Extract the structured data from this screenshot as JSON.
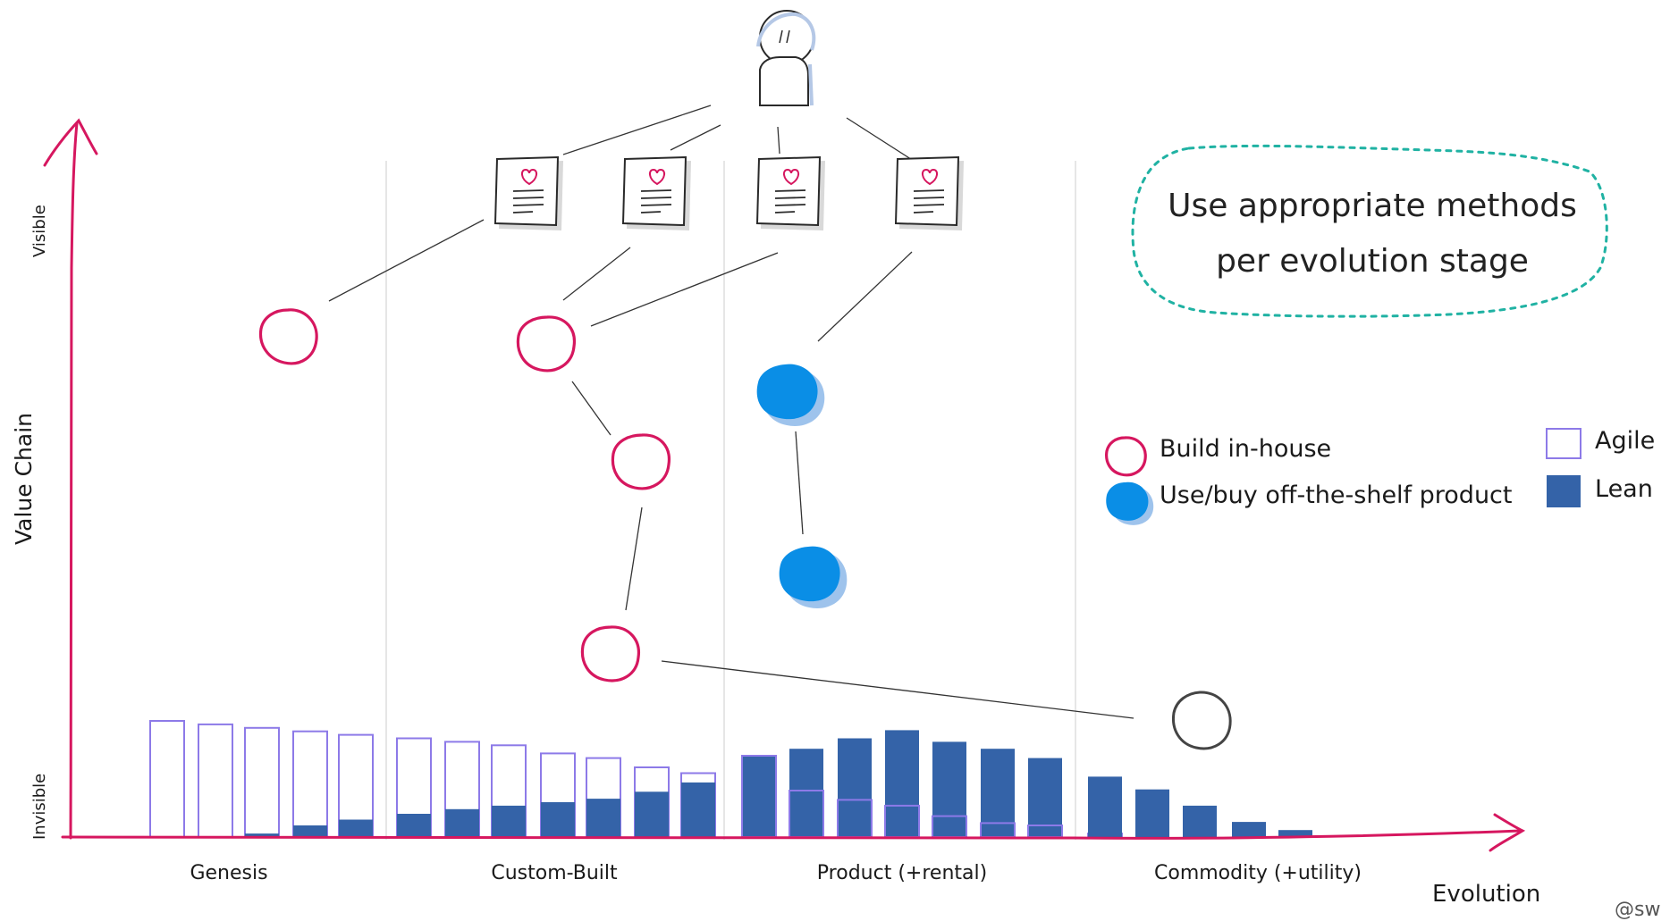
{
  "axes": {
    "y_label": "Value Chain",
    "y_top": "Visible",
    "y_bottom": "Invisible",
    "x_label": "Evolution",
    "corner_partial": "@sw"
  },
  "stages": [
    "Genesis",
    "Custom-Built",
    "Product (+rental)",
    "Commodity (+utility)"
  ],
  "note": {
    "line1": "Use appropriate methods",
    "line2": "per evolution stage"
  },
  "legend": {
    "build": "Build in-house",
    "buy": "Use/buy off-the-shelf product",
    "agile": "Agile",
    "lean": "Lean"
  },
  "colors": {
    "axis": "#d6175f",
    "build": "#d6175f",
    "buy": "#0a8ee6",
    "buy_shadow": "#9ec3ec",
    "agile": "#8d7ae8",
    "lean": "#3463a8",
    "note_border": "#20b2a3",
    "commodity_node": "#444444",
    "lines": "#333333",
    "grid": "#dddddd"
  },
  "chart_data": {
    "type": "bar",
    "note": "stacked bars: agile (outline) over lean (filled); values are heights in relative units (0-100)",
    "series": [
      {
        "name": "Agile",
        "values": [
          100,
          97,
          94,
          91,
          88,
          85,
          82,
          79,
          72,
          68,
          60,
          55,
          70,
          40,
          32,
          27,
          18,
          12,
          10,
          3,
          0,
          0,
          0,
          0
        ]
      },
      {
        "name": "Lean",
        "values": [
          0,
          0,
          3,
          10,
          15,
          20,
          24,
          27,
          30,
          33,
          39,
          47,
          70,
          76,
          85,
          92,
          82,
          76,
          68,
          52,
          41,
          27,
          13,
          6
        ]
      }
    ]
  }
}
